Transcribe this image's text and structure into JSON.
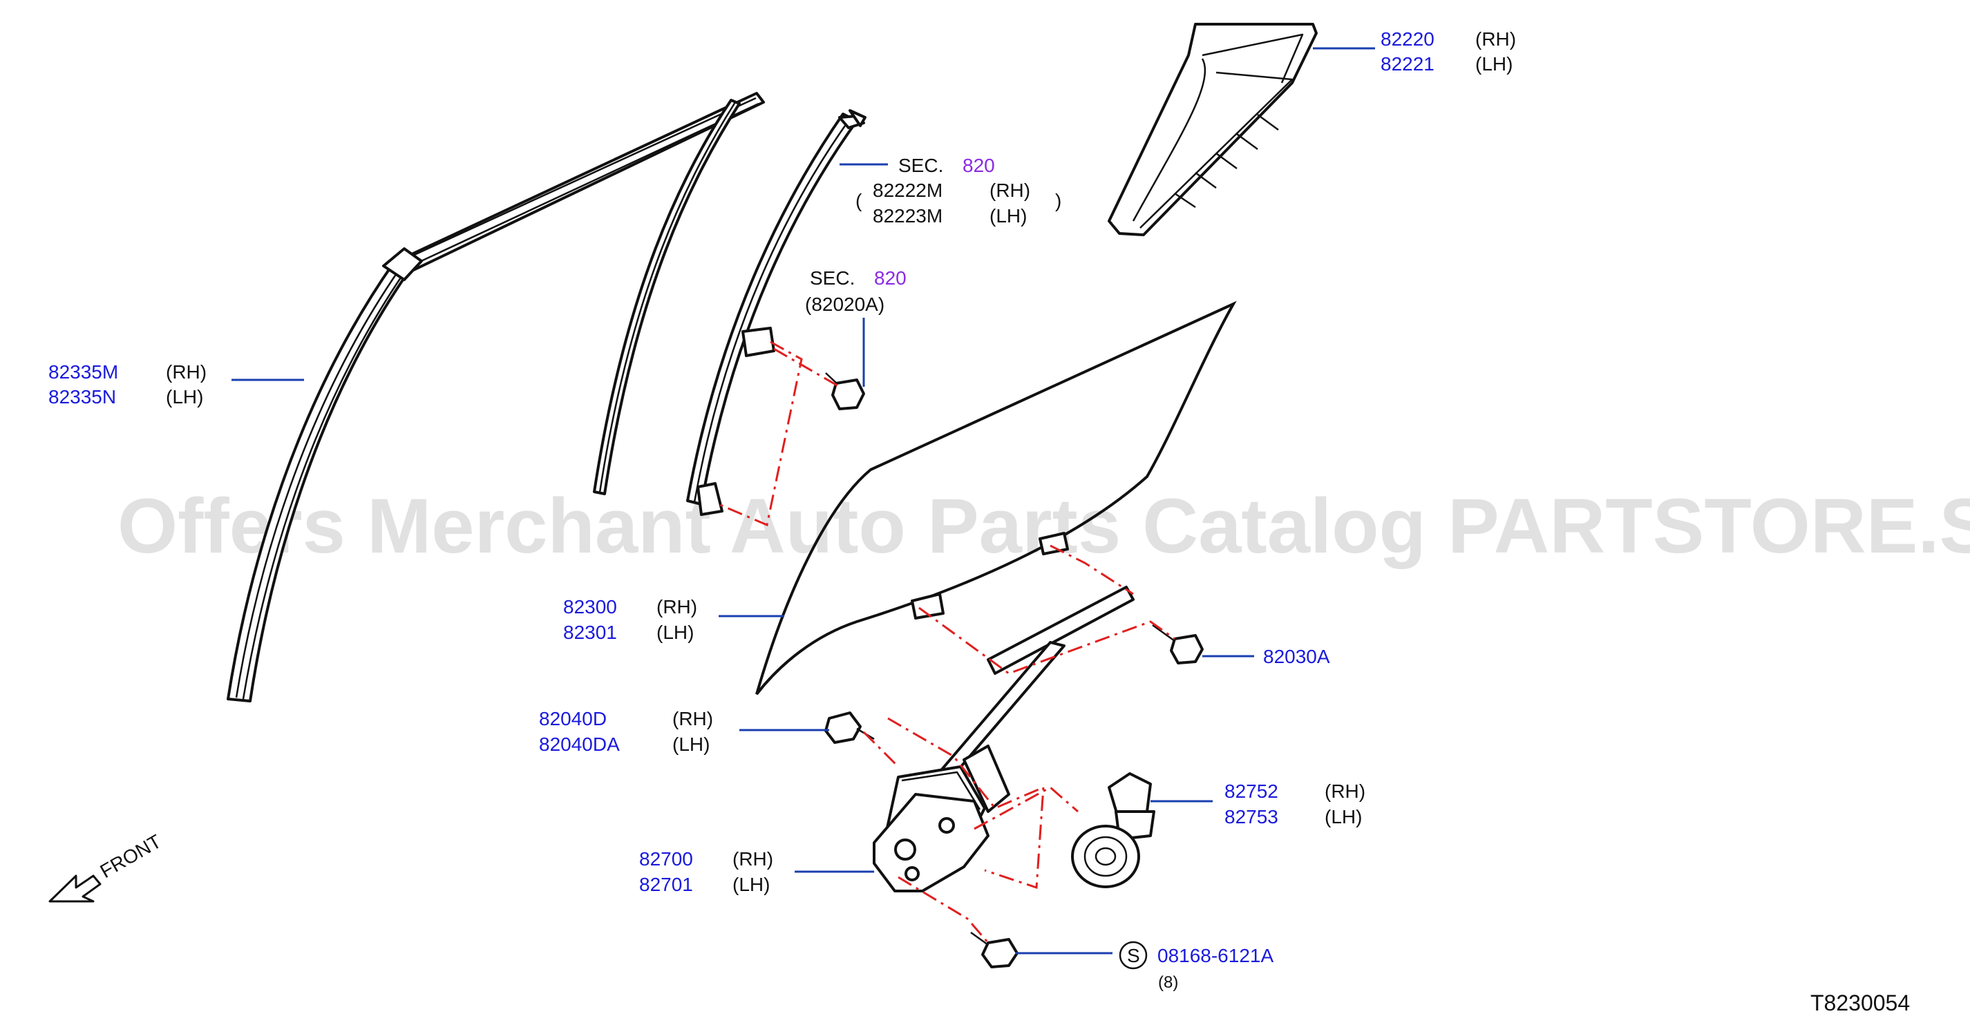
{
  "watermark": "Offers Merchant Auto Parts Catalog PARTSTORE.SA",
  "diagram_code": "T8230054",
  "front_label": "FRONT",
  "callouts": {
    "channel_rear": {
      "pn1": "82220",
      "side1": "(RH)",
      "pn2": "82221",
      "side2": "(LH)"
    },
    "sash_sec": {
      "sec": "SEC.",
      "secnum": "820",
      "pn1": "82222M",
      "side1": "(RH)",
      "pn2": "82223M",
      "side2": "(LH)"
    },
    "sash_bolt_sec": {
      "sec": "SEC.",
      "secnum": "820",
      "ref": "(82020A)"
    },
    "run_channel": {
      "pn1": "82335M",
      "side1": "(RH)",
      "pn2": "82335N",
      "side2": "(LH)"
    },
    "glass": {
      "pn1": "82300",
      "side1": "(RH)",
      "pn2": "82301",
      "side2": "(LH)"
    },
    "glass_bolt": {
      "pn1": "82030A"
    },
    "regulator_bolt": {
      "pn1": "82040D",
      "side1": "(RH)",
      "pn2": "82040DA",
      "side2": "(LH)"
    },
    "motor": {
      "pn1": "82752",
      "side1": "(RH)",
      "pn2": "82753",
      "side2": "(LH)"
    },
    "regulator": {
      "pn1": "82700",
      "side1": "(RH)",
      "pn2": "82701",
      "side2": "(LH)"
    },
    "std_bolt": {
      "marker": "S",
      "pn1": "08168-6121A",
      "qty": "(8)"
    }
  },
  "colors": {
    "part_number": "#1a1adc",
    "section_number": "#8a2be2",
    "leader_line": "#1a3fb0",
    "assembly_line": "#e02020"
  }
}
